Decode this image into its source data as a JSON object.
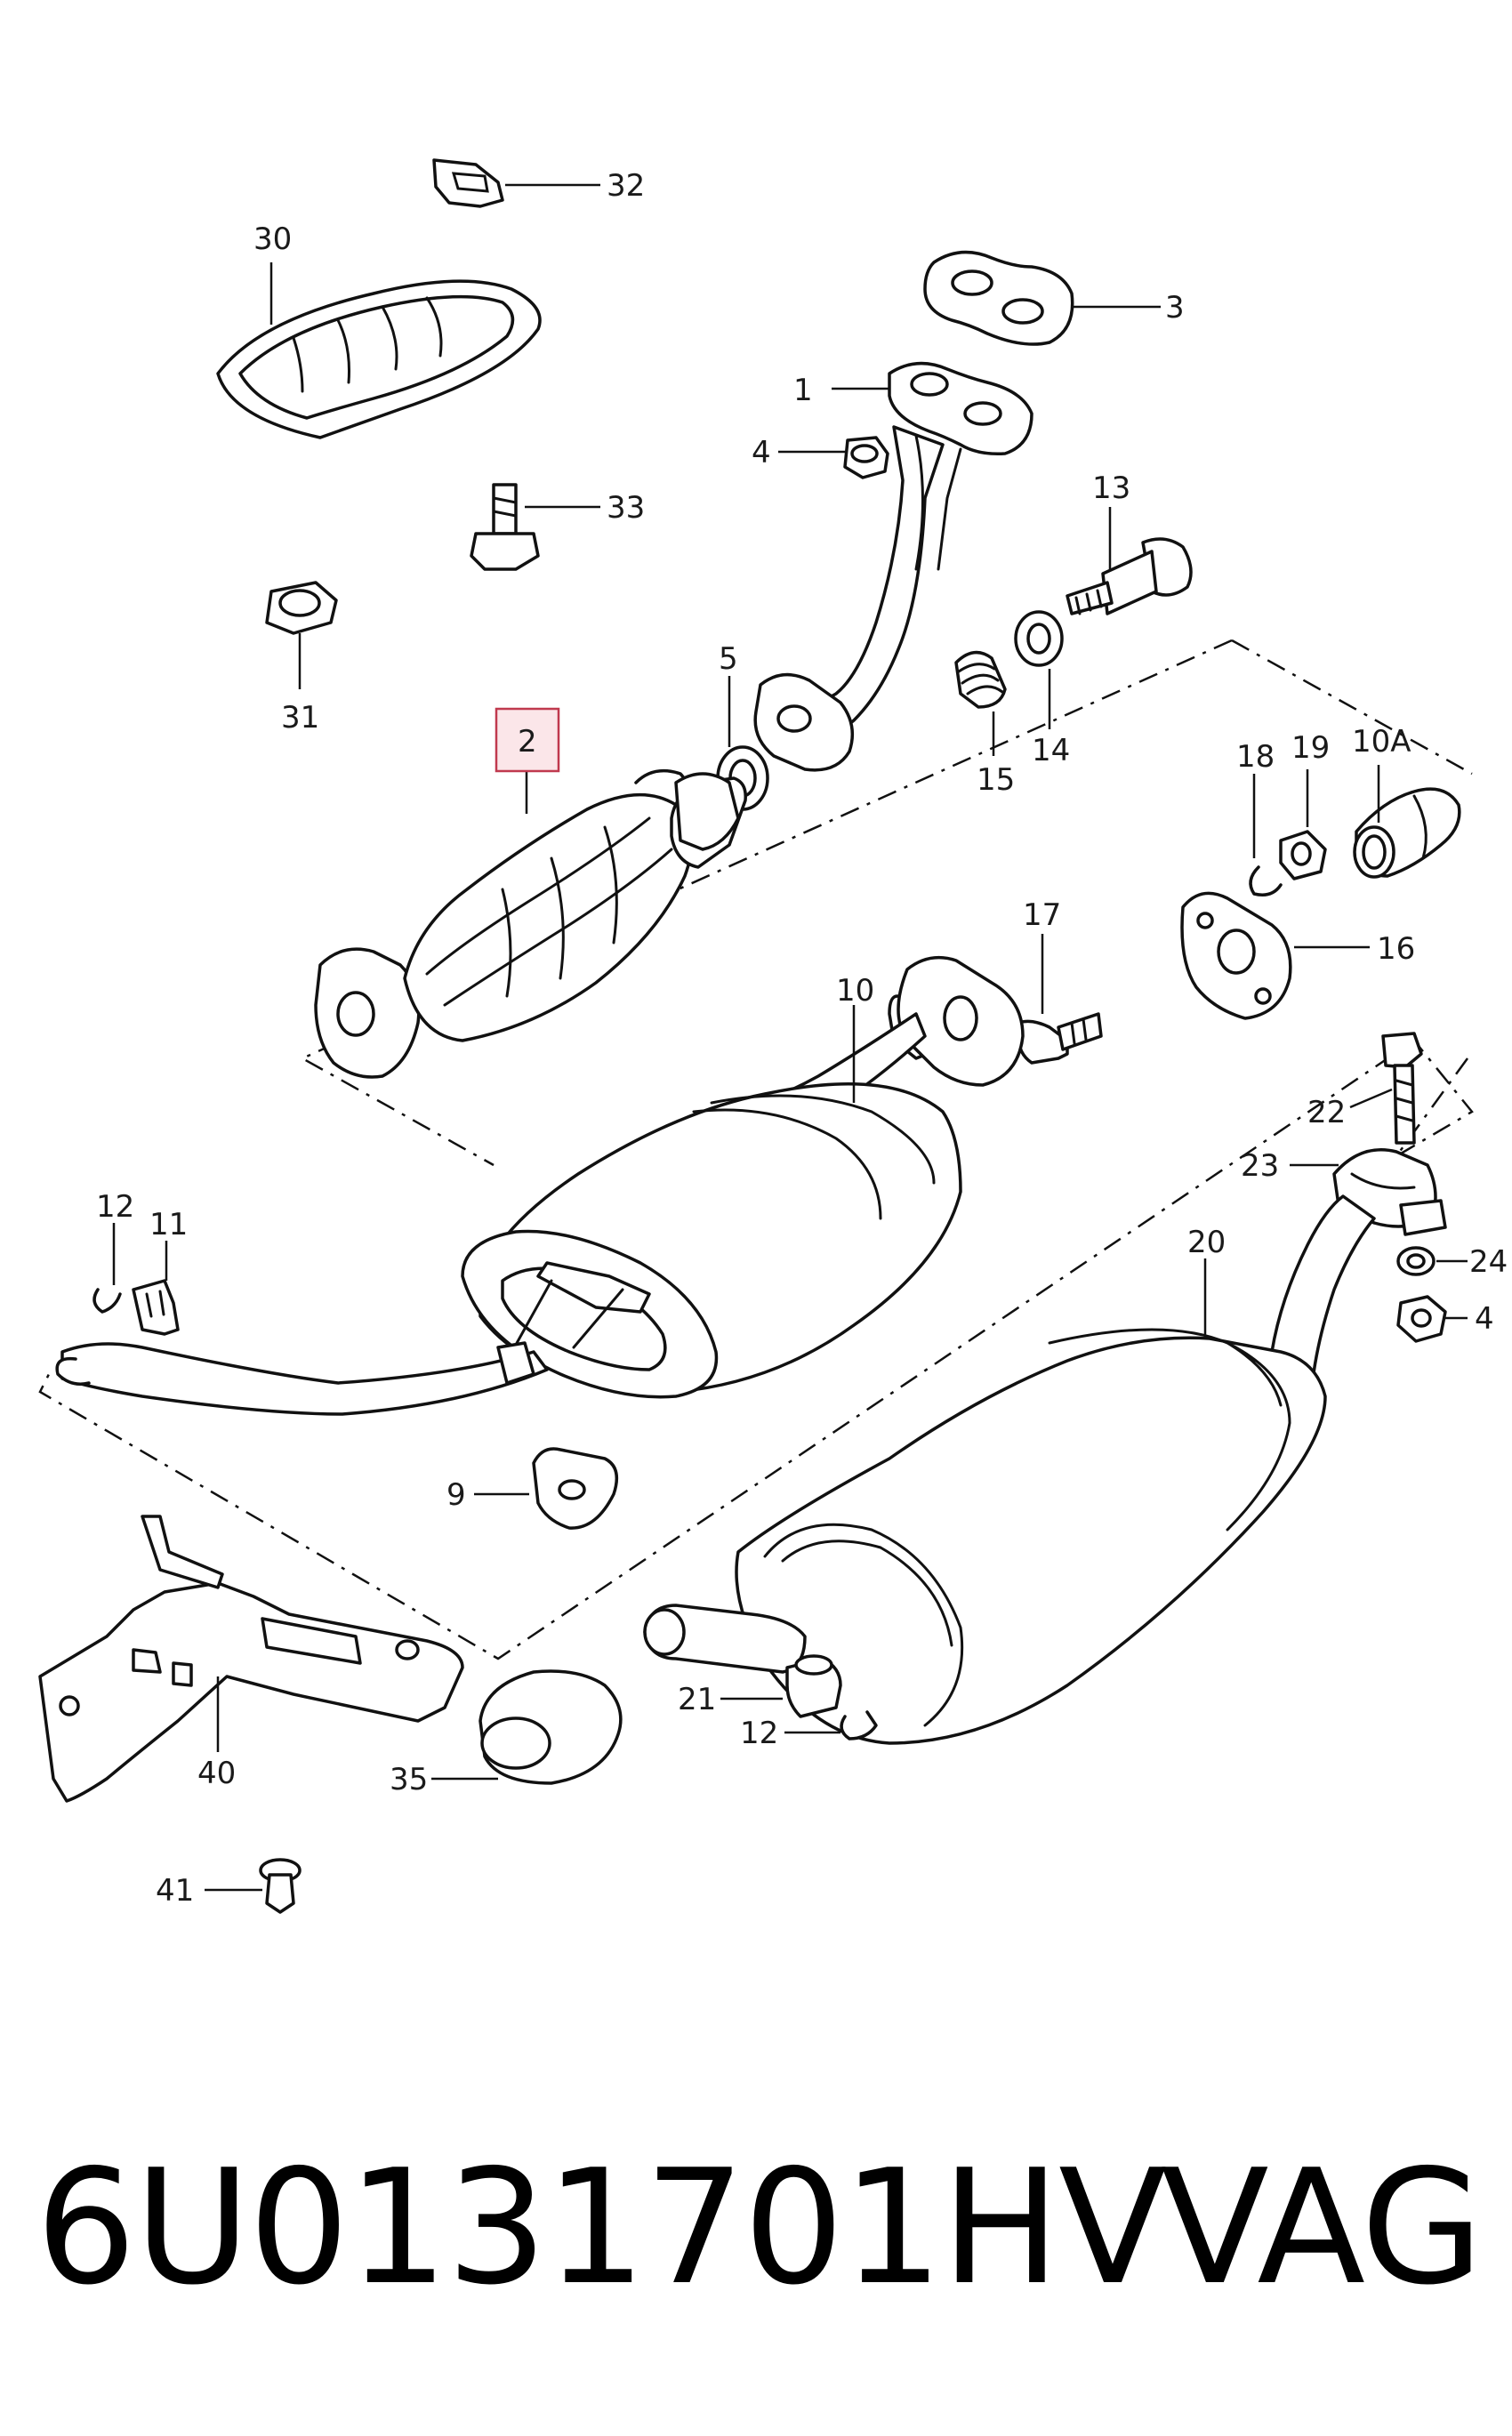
{
  "diagram": {
    "callouts": {
      "c1": "1",
      "c2": "2",
      "c3": "3",
      "c4a": "4",
      "c4b": "4",
      "c5": "5",
      "c9": "9",
      "c10": "10",
      "c10a": "10A",
      "c11": "11",
      "c12a": "12",
      "c12b": "12",
      "c13": "13",
      "c14": "14",
      "c15": "15",
      "c16": "16",
      "c17": "17",
      "c18": "18",
      "c19": "19",
      "c20": "20",
      "c21": "21",
      "c22": "22",
      "c23": "23",
      "c24": "24",
      "c30": "30",
      "c31": "31",
      "c32": "32",
      "c33": "33",
      "c35": "35",
      "c40": "40",
      "c41": "41"
    },
    "highlighted_callout": "2",
    "highlight_color": "#c0394e"
  },
  "footer": {
    "part_number": "6U0131701HV",
    "brand": "VAG"
  }
}
